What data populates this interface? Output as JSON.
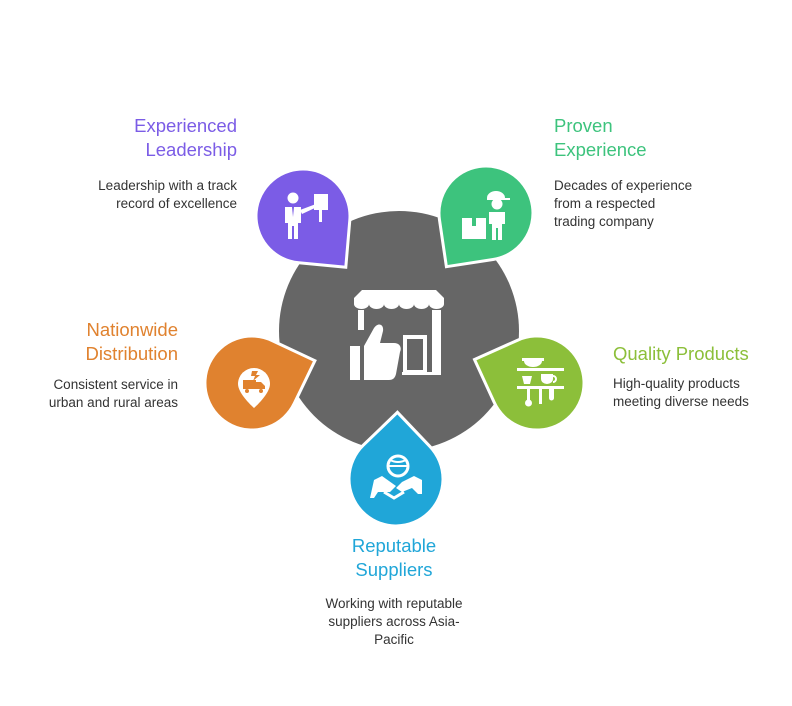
{
  "center": {
    "icon": "storefront-thumbs-up-icon",
    "color": "#666666"
  },
  "segments": [
    {
      "id": "experienced-leadership",
      "title": [
        "Experienced",
        "Leadership"
      ],
      "description": [
        "Leadership with a track",
        "record of excellence"
      ],
      "color": "#7B5CE6",
      "icon": "presenter-board-icon"
    },
    {
      "id": "proven-experience",
      "title": [
        "Proven",
        "Experience"
      ],
      "description": [
        "Decades of experience",
        "from a respected",
        "trading company"
      ],
      "color": "#3DC37D",
      "icon": "delivery-worker-box-icon"
    },
    {
      "id": "quality-products",
      "title": [
        "Quality Products"
      ],
      "description": [
        "High-quality products",
        "meeting diverse needs"
      ],
      "color": "#8CBF3A",
      "icon": "kitchen-utensils-shelf-icon"
    },
    {
      "id": "reputable-suppliers",
      "title": [
        "Reputable",
        "Suppliers"
      ],
      "description": [
        "Working with reputable",
        "suppliers across Asia-",
        "Pacific"
      ],
      "color": "#20A6D8",
      "icon": "handshake-globe-icon"
    },
    {
      "id": "nationwide-distribution",
      "title": [
        "Nationwide",
        "Distribution"
      ],
      "description": [
        "Consistent service in",
        "urban and rural areas"
      ],
      "color": "#E0822F",
      "icon": "delivery-truck-pin-icon"
    }
  ]
}
